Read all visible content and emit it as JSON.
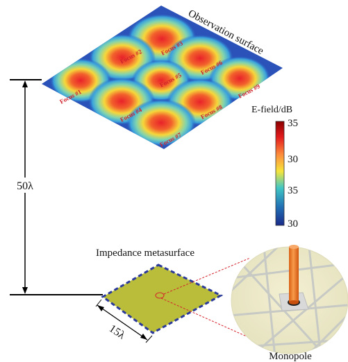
{
  "observation_surface": {
    "label": "Observation surface",
    "foci": [
      "Focus #1",
      "Focus #2",
      "Focus #3",
      "Focus #4",
      "Focus #5",
      "Focus #6",
      "Focus #7",
      "Focus #8",
      "Focus #9"
    ]
  },
  "colorbar": {
    "title": "E-field/dB",
    "ticks": [
      "35",
      "30",
      "35",
      "30"
    ],
    "colors": [
      "#8b0000",
      "#e31a1c",
      "#fd8d3c",
      "#f6e53b",
      "#41c6c4",
      "#2171b5",
      "#1a2a8a"
    ]
  },
  "height_label": "50λ",
  "metasurface": {
    "label": "Impedance metasurface",
    "size_label": "15λ",
    "fill_color": "#b9bd3a",
    "border_color": "#2b3a9a"
  },
  "inset": {
    "label": "Monopole",
    "monopole_color": "#f07a22"
  }
}
